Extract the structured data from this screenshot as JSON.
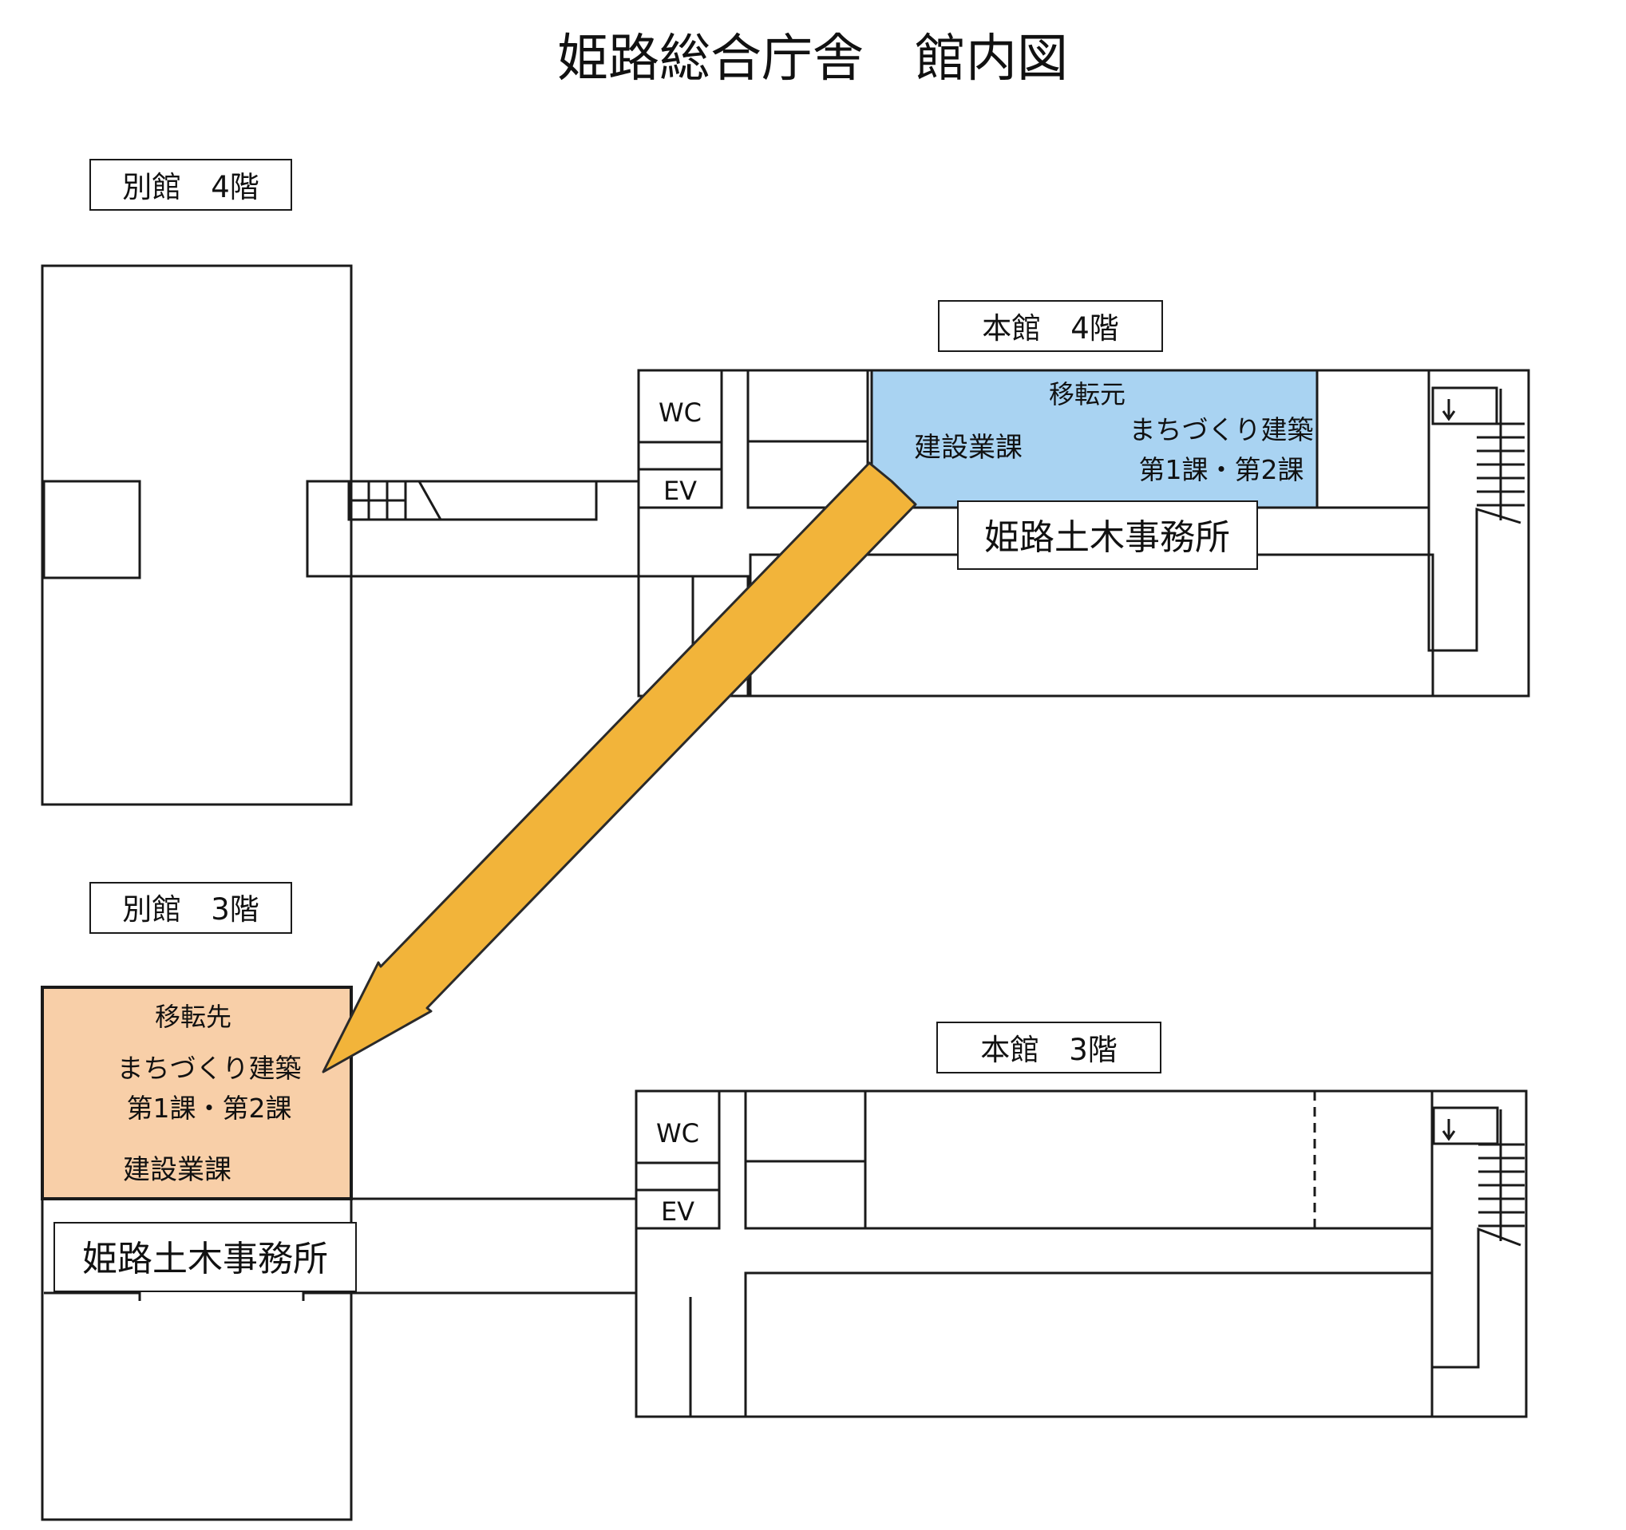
{
  "title": "姫路総合庁舎　館内図",
  "colors": {
    "origin_fill": "#a9d3f2",
    "dest_fill": "#f8cfa8",
    "arrow_fill": "#f2b43a",
    "arrow_stroke": "#2a2a2a",
    "line": "#1a1a1a"
  },
  "floors": {
    "annex_4f": "別館　4階",
    "main_4f": "本館　4階",
    "annex_3f": "別館　3階",
    "main_3f": "本館　3階"
  },
  "labels": {
    "wc": "WC",
    "ev": "EV"
  },
  "origin": {
    "heading": "移転元",
    "dept_a": "建設業課",
    "dept_b_line1": "まちづくり建築",
    "dept_b_line2": "第1課・第2課"
  },
  "destination": {
    "heading": "移転先",
    "dept_b_line1": "まちづくり建築",
    "dept_b_line2": "第1課・第2課",
    "dept_a": "建設業課"
  },
  "office_name": "姫路土木事務所"
}
